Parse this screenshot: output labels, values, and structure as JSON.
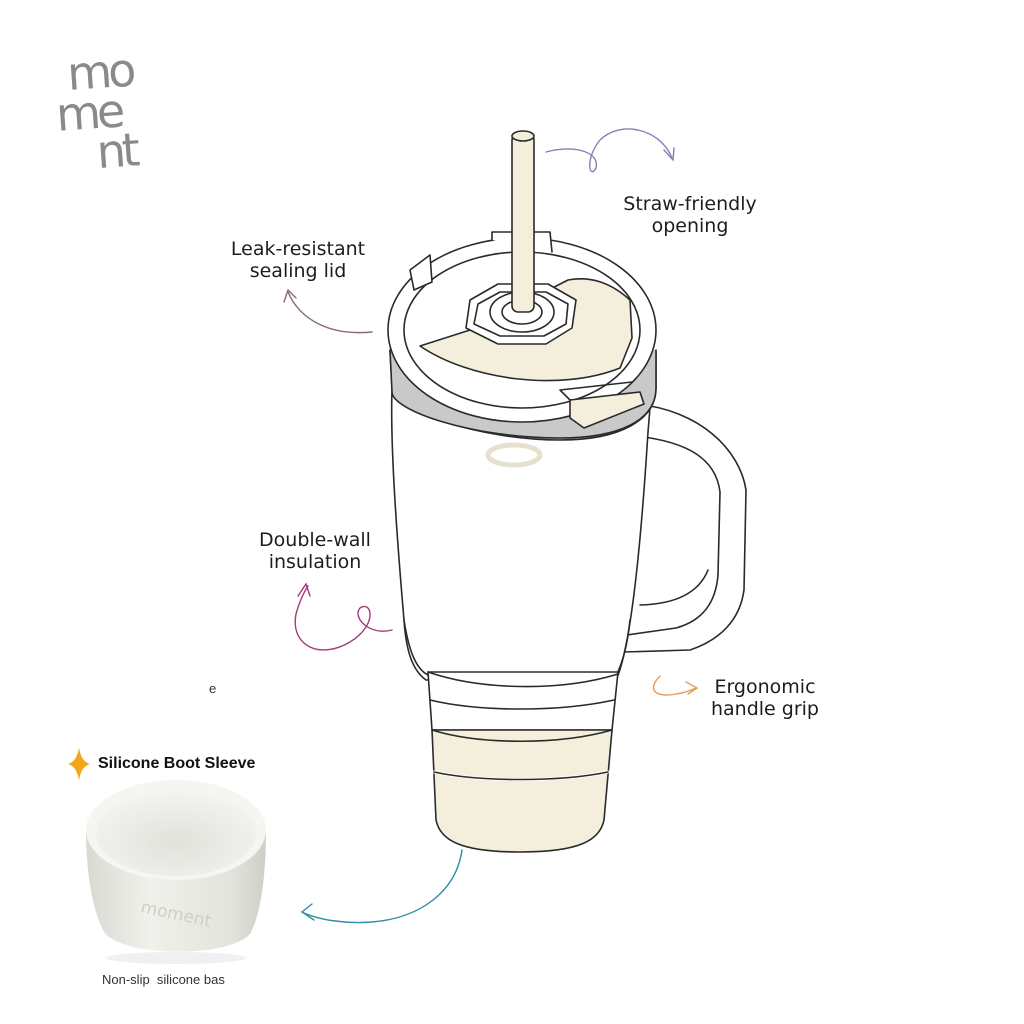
{
  "brand": {
    "line1": "mo",
    "line2": "me",
    "line3": "nt",
    "sleeve_embossing": "moment"
  },
  "callouts": {
    "lid": {
      "line1": "Leak-resistant",
      "line2": "sealing lid"
    },
    "straw": {
      "line1": "Straw-friendly",
      "line2": "opening"
    },
    "insulation": {
      "line1": "Double-wall",
      "line2": "insulation"
    },
    "handle": {
      "line1": "Ergonomic",
      "line2": "handle grip"
    }
  },
  "stray_text": "e",
  "sleeve": {
    "title": "Silicone Boot Sleeve",
    "caption": "Non-slip  silicone bas",
    "star_icon": "sparkle-icon"
  },
  "colors": {
    "cream": "#f4efdc",
    "outline": "#2a2a2a",
    "band": "#c9c9c9",
    "arrow_purple": "#8e7bb5",
    "arrow_mauve": "#8b6a6f",
    "arrow_magenta": "#a43a78",
    "arrow_orange": "#e39a5b",
    "arrow_teal": "#2e8fa3",
    "star": "#f2a716"
  }
}
